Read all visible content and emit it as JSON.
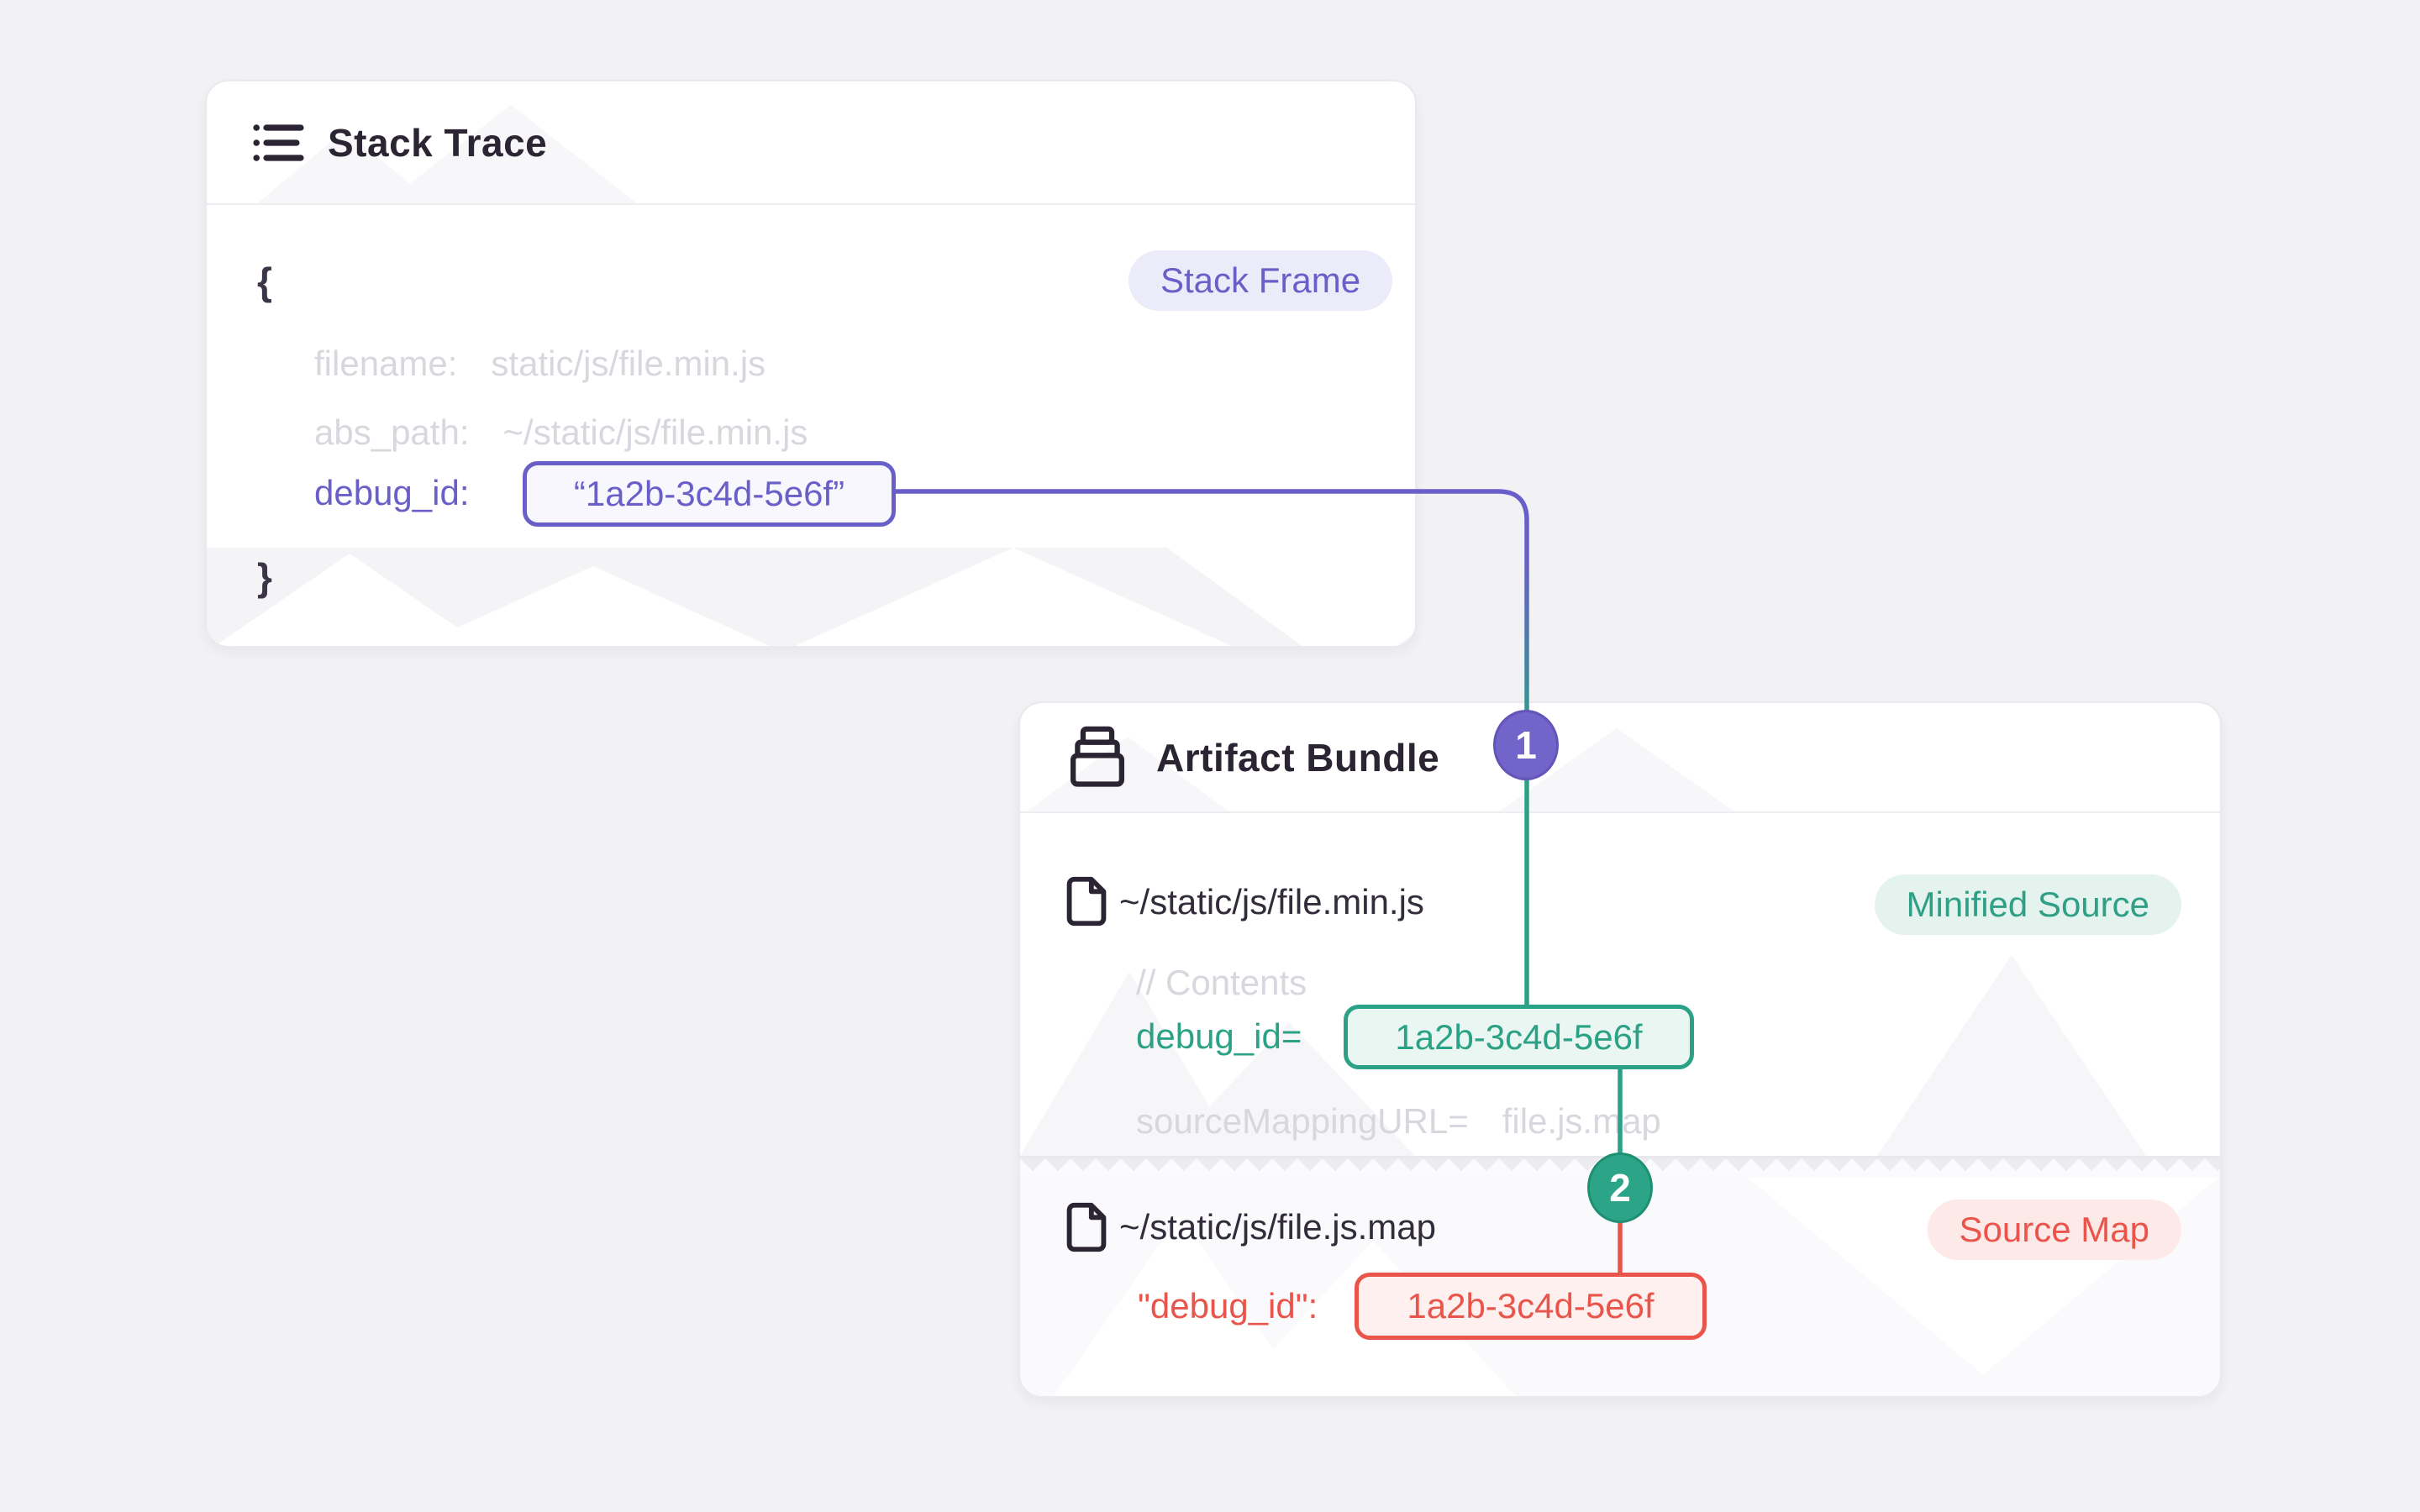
{
  "canvas": {
    "background": "#f2f2f5"
  },
  "stack_trace": {
    "title": "Stack Trace",
    "frame_badge": "Stack Frame",
    "open_brace": "{",
    "close_brace": "}",
    "fields": [
      {
        "key": "filename:",
        "value": "static/js/file.min.js"
      },
      {
        "key": "abs_path:",
        "value": "~/static/js/file.min.js"
      },
      {
        "key": "debug_id:",
        "value": "“1a2b-3c4d-5e6f”"
      }
    ]
  },
  "artifact_bundle": {
    "title": "Artifact Bundle",
    "files": [
      {
        "path": "~/static/js/file.min.js",
        "type_badge": "Minified Source",
        "comment": "// Contents",
        "debug_key": "debug_id=",
        "debug_value": "1a2b-3c4d-5e6f",
        "sourcemap_key": "sourceMappingURL=",
        "sourcemap_value": "file.js.map"
      },
      {
        "path": "~/static/js/file.js.map",
        "type_badge": "Source Map",
        "debug_key": "\"debug_id\":",
        "debug_value": "1a2b-3c4d-5e6f"
      }
    ]
  },
  "connectors": {
    "step_1_label": "1",
    "step_2_label": "2"
  },
  "colors": {
    "purple": "#6a5fc8",
    "teal": "#2ba185",
    "red": "#e9554b",
    "muted_text": "#d7d7de",
    "dark_text": "#2b2433",
    "page_background": "#f2f2f5"
  }
}
